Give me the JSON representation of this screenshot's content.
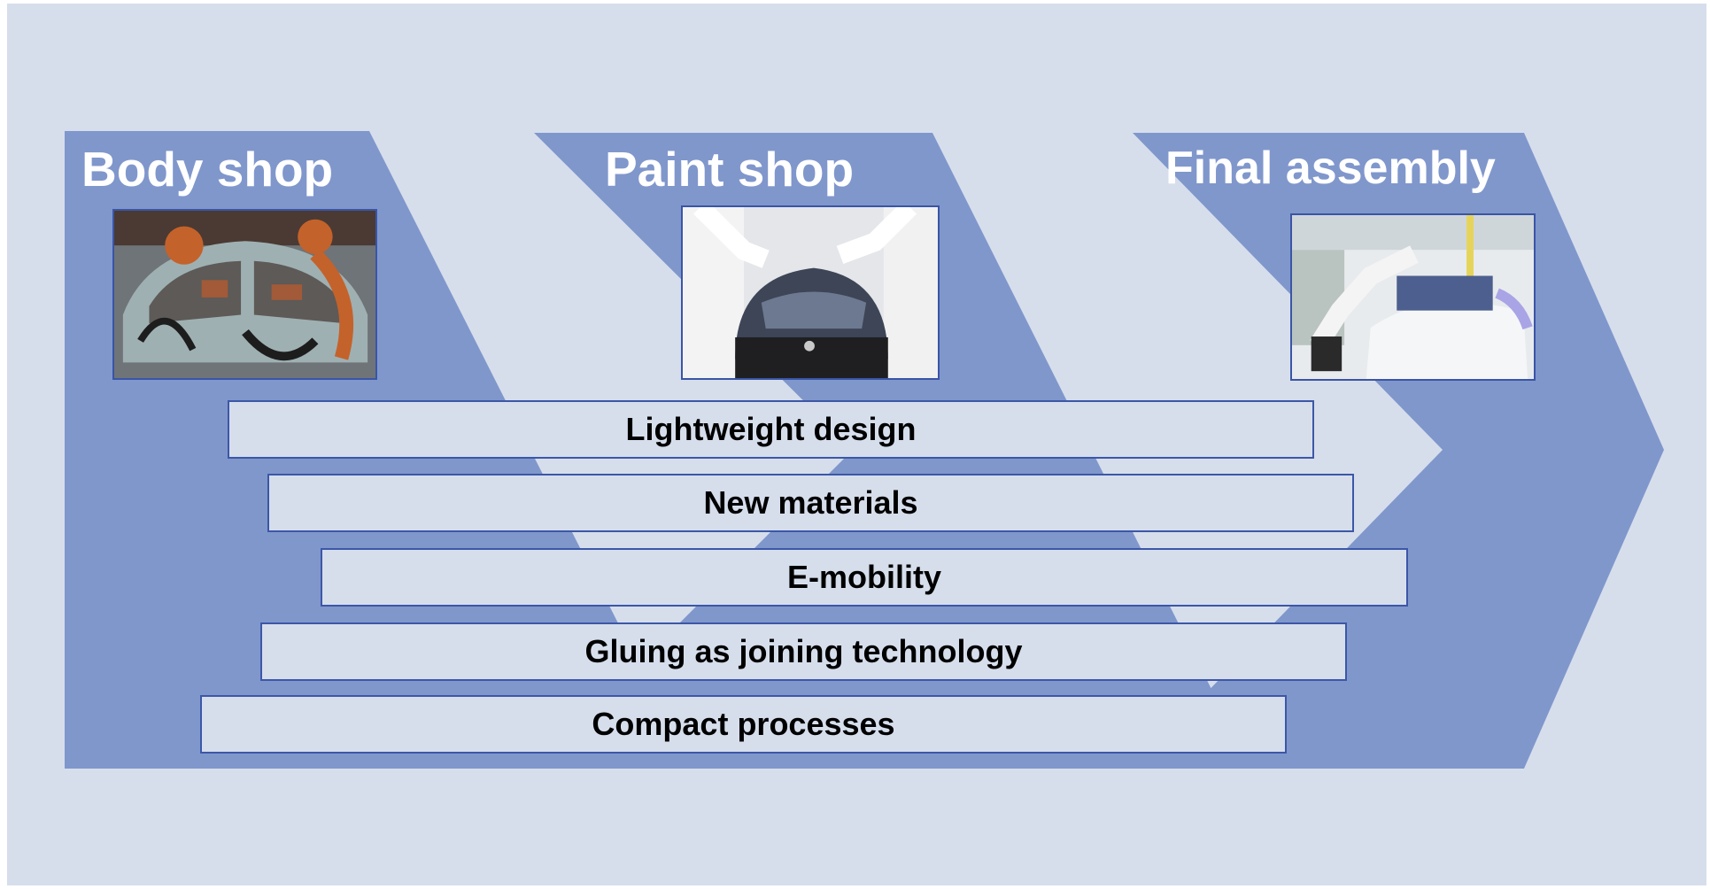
{
  "colors": {
    "background": "#d6deec",
    "chevron": "#8097cc",
    "bar_fill": "#d6deec",
    "bar_border": "#3c57a8",
    "title_text": "#ffffff"
  },
  "stages": [
    {
      "title": "Body shop",
      "photo_icon": "body-shop-photo"
    },
    {
      "title": "Paint shop",
      "photo_icon": "paint-shop-photo"
    },
    {
      "title": "Final assembly",
      "photo_icon": "final-assembly-photo"
    }
  ],
  "bars": [
    {
      "label": "Lightweight design"
    },
    {
      "label": "New materials"
    },
    {
      "label": "E-mobility"
    },
    {
      "label": "Gluing as joining technology"
    },
    {
      "label": "Compact processes"
    }
  ]
}
